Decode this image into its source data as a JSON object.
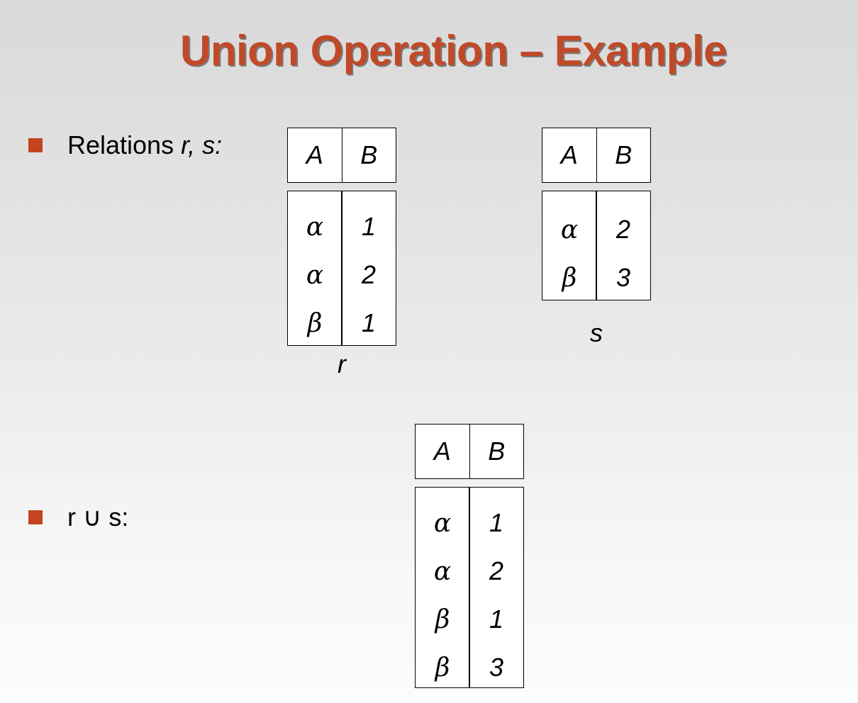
{
  "title": "Union Operation – Example",
  "bullets": {
    "relations_prefix": "Relations ",
    "relations_vars": "r, s:",
    "union_label": "r ∪ s:"
  },
  "relation_r": {
    "name": "r",
    "headers": [
      "A",
      "B"
    ],
    "rows": [
      [
        "α",
        "1"
      ],
      [
        "α",
        "2"
      ],
      [
        "β",
        "1"
      ]
    ]
  },
  "relation_s": {
    "name": "s",
    "headers": [
      "A",
      "B"
    ],
    "rows": [
      [
        "α",
        "2"
      ],
      [
        "β",
        "3"
      ]
    ]
  },
  "relation_union": {
    "headers": [
      "A",
      "B"
    ],
    "rows": [
      [
        "α",
        "1"
      ],
      [
        "α",
        "2"
      ],
      [
        "β",
        "1"
      ],
      [
        "β",
        "3"
      ]
    ]
  },
  "colors": {
    "title": "#c04a28",
    "bullet": "#c2451f"
  }
}
